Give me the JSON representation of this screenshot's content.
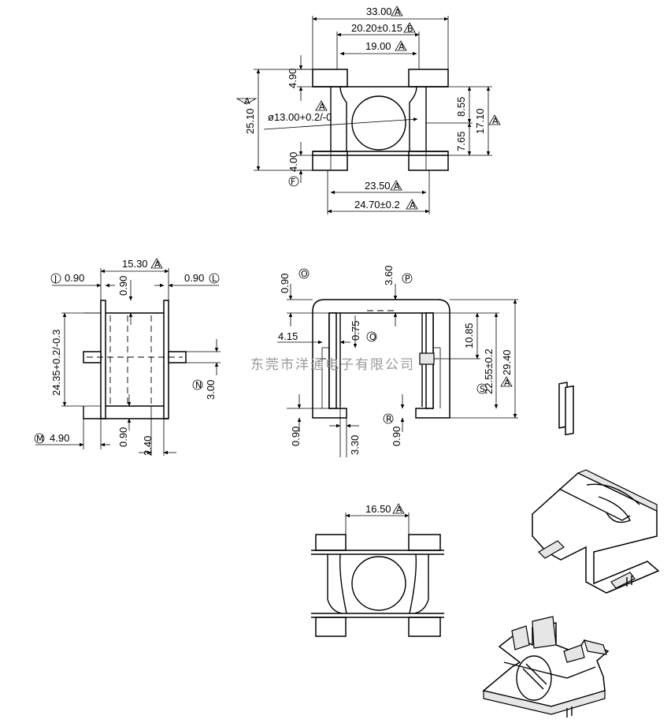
{
  "top_view": {
    "dims": [
      "33.00",
      "20.20±0.15",
      "19.00",
      "4.90",
      "25.10",
      "ø13.00+0.2/-0",
      "8.55",
      "17.10",
      "7.65",
      "4.00",
      "23.50",
      "24.70±0.2"
    ],
    "flags": [
      "A",
      "B",
      "A",
      "A",
      "A",
      "A",
      "A",
      "A"
    ],
    "circle_labels": [
      "F"
    ]
  },
  "side_view": {
    "dims": [
      "15.30",
      "0.90",
      "0.90",
      "0.90",
      "24.35+0.2/-0.3",
      "3.00",
      "4.90",
      "0.90",
      "2.40"
    ],
    "flags": [
      "A"
    ],
    "circle_labels": [
      "J",
      "L",
      "N",
      "M"
    ]
  },
  "front_view": {
    "dims": [
      "0.90",
      "3.60",
      "4.15",
      "0.75",
      "10.85",
      "22.55±0.2",
      "29.40",
      "0.90",
      "3.30",
      "0.90"
    ],
    "flags": [
      "A"
    ],
    "circle_labels": [
      "O",
      "P",
      "Q",
      "R",
      "S"
    ]
  },
  "bottom_view": {
    "dims": [
      "16.50"
    ],
    "flags": [
      "A"
    ]
  },
  "watermark": "东莞市洋通电子有限公司"
}
